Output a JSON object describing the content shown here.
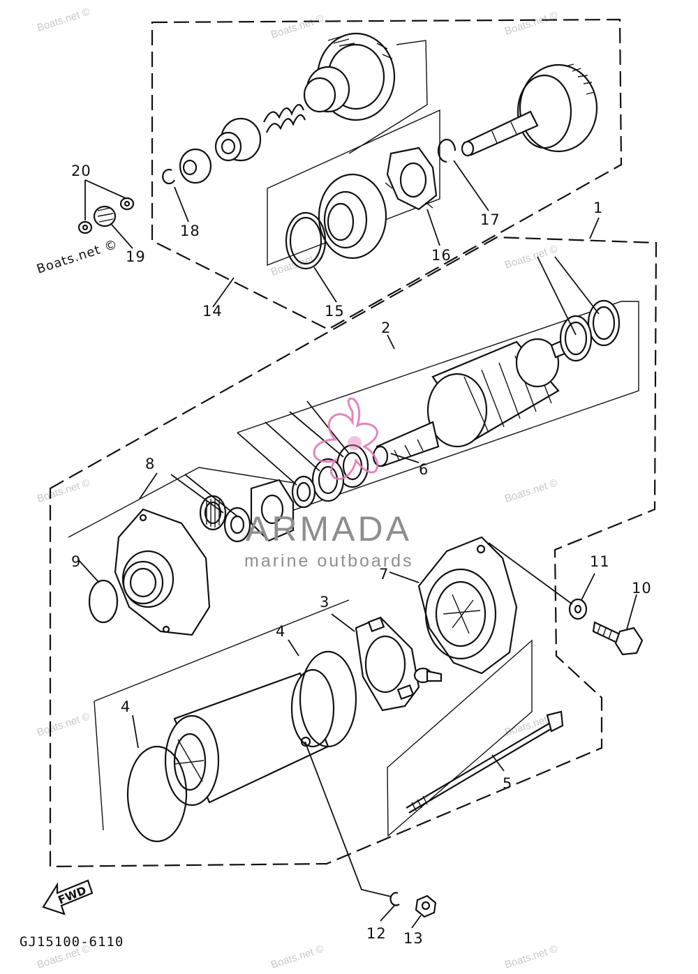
{
  "diagram": {
    "drawing_code": "GJ15100-6110",
    "direction_label": "FWD",
    "callouts": {
      "c1": "1",
      "c2": "2",
      "c3": "3",
      "c4a": "4",
      "c4b": "4",
      "c5": "5",
      "c6": "6",
      "c7": "7",
      "c8": "8",
      "c9": "9",
      "c10": "10",
      "c11": "11",
      "c12": "12",
      "c13": "13",
      "c14": "14",
      "c15": "15",
      "c16": "16",
      "c17": "17",
      "c18": "18",
      "c19": "19",
      "c20": "20"
    }
  },
  "watermarks": {
    "site_text": "Boats.net ©",
    "brand_name": "ARMADA",
    "brand_tagline": "marine outboards"
  },
  "colors": {
    "line": "#111111",
    "watermark": "#c8c8c8",
    "brand_logo": "#e07ab8",
    "brand_text": "#8e8e8e"
  }
}
